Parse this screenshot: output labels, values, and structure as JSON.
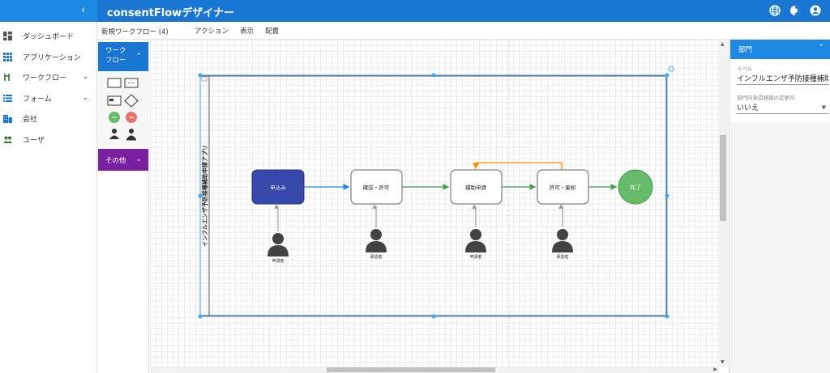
{
  "app": {
    "title": "consentFlowデザイナー",
    "brand_color": "#1976d2",
    "collapse_icon": "chevron-left-icon",
    "top_icons": [
      "globe-icon",
      "theme-toggle-icon",
      "account-icon"
    ]
  },
  "sidebar": {
    "items": [
      {
        "label": "ダッシュボード",
        "icon": "dashboard-icon",
        "icon_color": "#555555"
      },
      {
        "label": "アプリケーション",
        "icon": "apps-icon",
        "icon_color": "#1976d2"
      },
      {
        "label": "ワークフロー",
        "icon": "workflow-icon",
        "icon_color": "#2e7d32",
        "expandable": true
      },
      {
        "label": "フォーム",
        "icon": "form-icon",
        "icon_color": "#1976d2",
        "expandable": true
      },
      {
        "label": "会社",
        "icon": "company-icon",
        "icon_color": "#1976d2"
      },
      {
        "label": "ユーザ",
        "icon": "users-icon",
        "icon_color": "#2e7d32"
      }
    ]
  },
  "header": {
    "doc_title": "新規ワークフロー (4)",
    "menu": [
      "アクション",
      "表示",
      "配置"
    ]
  },
  "palette": {
    "section_workflow": "ワーク\nフロー",
    "section_other": "その他",
    "workflow_color": "#1976d2",
    "other_color": "#7b1fa2",
    "shapes": [
      "rectangle-shape-icon",
      "process-shape-icon",
      "card-shape-icon",
      "diamond-shape-icon",
      "start-circle-icon",
      "end-circle-icon",
      "person-icon",
      "person-alt-icon"
    ]
  },
  "diagram": {
    "lane_title": "インフルエンザ予防接種補助申請アプリ",
    "nodes": [
      {
        "label": "申込み",
        "type": "start",
        "fill": "#3949ab"
      },
      {
        "label": "確認・許可",
        "type": "process",
        "fill": "#ffffff"
      },
      {
        "label": "補助申請",
        "type": "process",
        "fill": "#ffffff"
      },
      {
        "label": "許可・棄却",
        "type": "process",
        "fill": "#ffffff"
      },
      {
        "label": "完了",
        "type": "end",
        "fill": "#66bb6a"
      }
    ],
    "actors": [
      "申請者",
      "承認者",
      "申請者",
      "承認者"
    ],
    "edge_colors": {
      "blue": "#1e88e5",
      "green": "#43a047",
      "orange": "#fb8c00",
      "gray": "#9e9e9e"
    }
  },
  "properties": {
    "section_title": "部門",
    "label_caption": "ラベル",
    "label_value": "インフルエンザ予防接種補助",
    "path_caption": "部門内承認経路の変更可",
    "path_value": "いいえ"
  }
}
